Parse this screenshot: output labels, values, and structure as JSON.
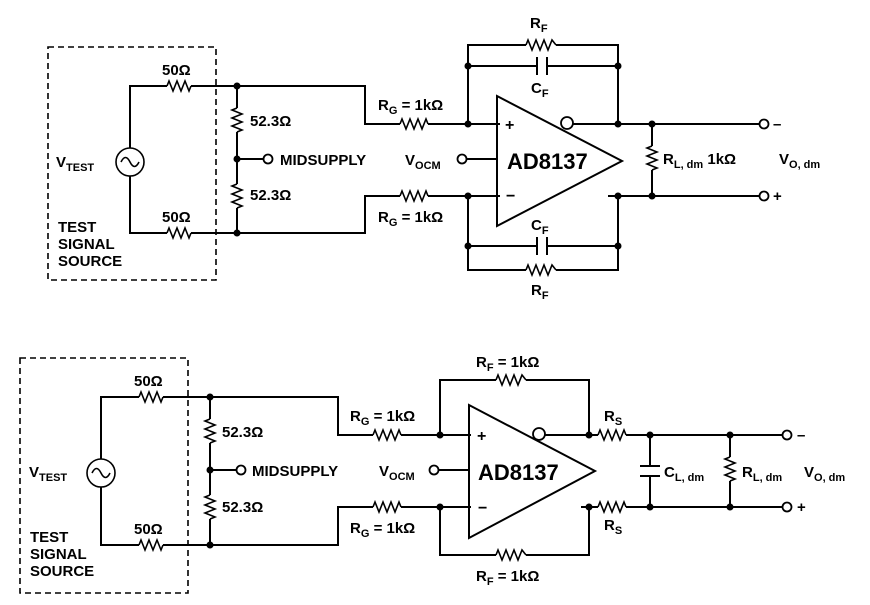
{
  "circuits": [
    {
      "vtest": {
        "main": "V",
        "sub": "TEST"
      },
      "source": {
        "line1": "TEST",
        "line2": "SIGNAL",
        "line3": "SOURCE"
      },
      "r_src_top": "50Ω",
      "r_src_bot": "50Ω",
      "r_term_top": "52.3Ω",
      "r_term_bot": "52.3Ω",
      "midsupply": "MIDSUPPLY",
      "rg_top": {
        "main": "R",
        "sub": "G",
        "value": " = 1kΩ"
      },
      "rg_bot": {
        "main": "R",
        "sub": "G",
        "value": " = 1kΩ"
      },
      "rf_top": {
        "main": "R",
        "sub": "F"
      },
      "cf_top": {
        "main": "C",
        "sub": "F"
      },
      "cf_bot": {
        "main": "C",
        "sub": "F"
      },
      "rf_bot": {
        "main": "R",
        "sub": "F"
      },
      "vocm": {
        "main": "V",
        "sub": "OCM"
      },
      "amp": "AD8137",
      "plus": "+",
      "minus": "−",
      "rl": {
        "main": "R",
        "sub": "L, dm",
        "value": " 1kΩ"
      },
      "vo": {
        "main": "V",
        "sub": "O, dm"
      },
      "out_minus": "–",
      "out_plus": "+"
    },
    {
      "vtest": {
        "main": "V",
        "sub": "TEST"
      },
      "source": {
        "line1": "TEST",
        "line2": "SIGNAL",
        "line3": "SOURCE"
      },
      "r_src_top": "50Ω",
      "r_src_bot": "50Ω",
      "r_term_top": "52.3Ω",
      "r_term_bot": "52.3Ω",
      "midsupply": "MIDSUPPLY",
      "rg_top": {
        "main": "R",
        "sub": "G",
        "value": " = 1kΩ"
      },
      "rg_bot": {
        "main": "R",
        "sub": "G",
        "value": " = 1kΩ"
      },
      "rf_top": {
        "main": "R",
        "sub": "F",
        "value": " = 1kΩ"
      },
      "rf_bot": {
        "main": "R",
        "sub": "F",
        "value": " = 1kΩ"
      },
      "vocm": {
        "main": "V",
        "sub": "OCM"
      },
      "amp": "AD8137",
      "plus": "+",
      "minus": "−",
      "rs_top": {
        "main": "R",
        "sub": "S"
      },
      "rs_bot": {
        "main": "R",
        "sub": "S"
      },
      "cl": {
        "main": "C",
        "sub": "L, dm"
      },
      "rl": {
        "main": "R",
        "sub": "L, dm"
      },
      "vo": {
        "main": "V",
        "sub": "O, dm"
      },
      "out_minus": "–",
      "out_plus": "+"
    }
  ]
}
